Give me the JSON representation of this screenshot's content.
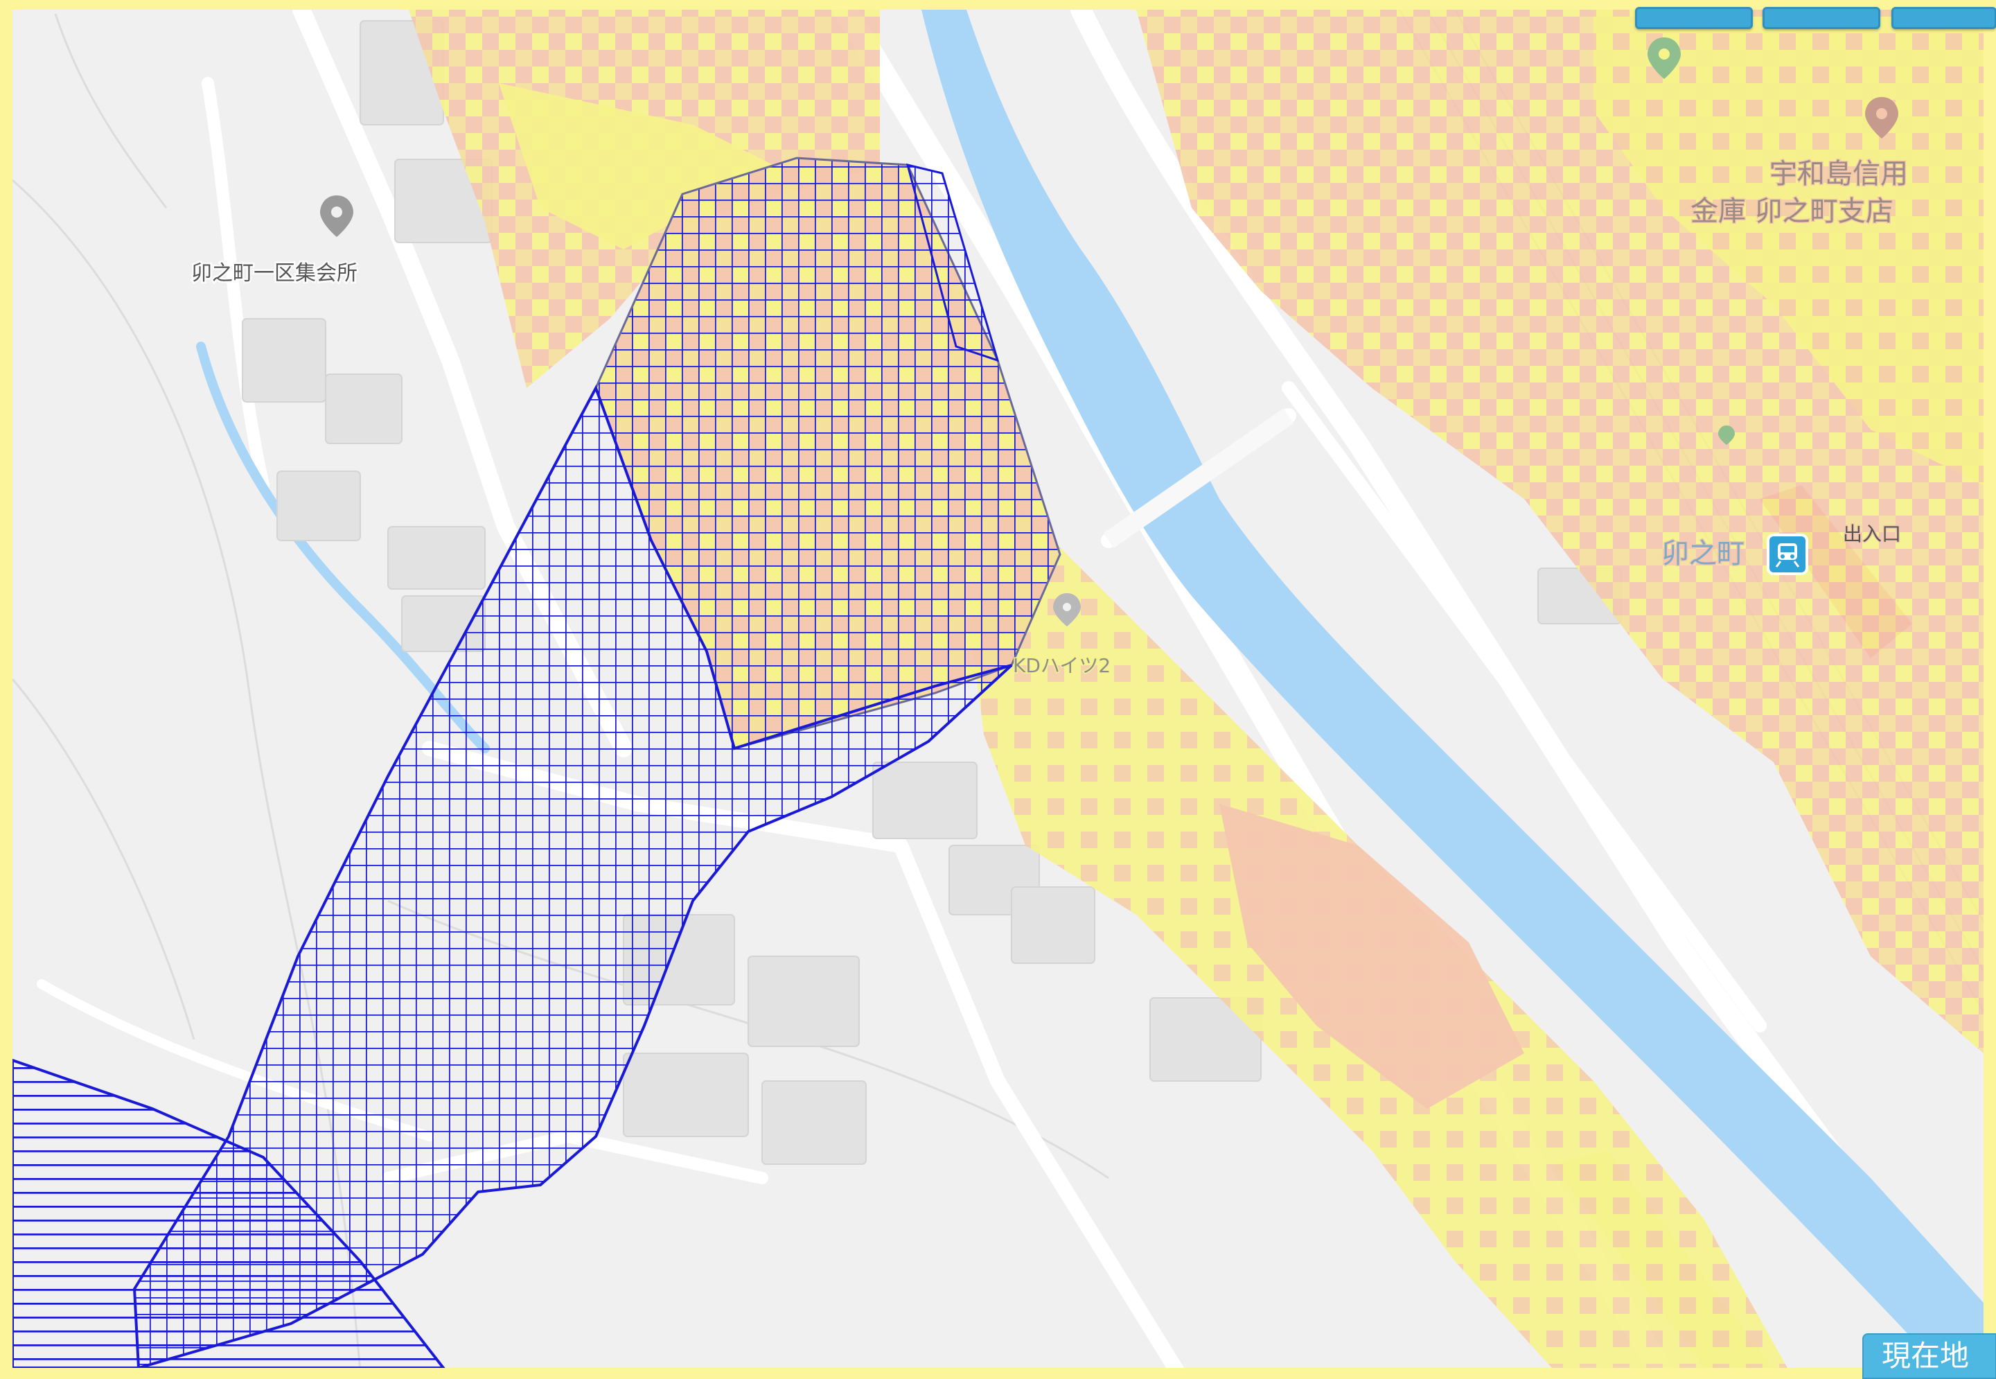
{
  "map": {
    "labels": {
      "assembly_hall": "卯之町一区集会所",
      "bank_line1": "宇和島信用",
      "bank_line2": "金庫 卯之町支店",
      "apartment": "KDハイツ2",
      "station": "卯之町",
      "entrance": "出入口"
    }
  },
  "controls": {
    "current_location_label": "現在地"
  },
  "colors": {
    "land": "#f0f0f0",
    "road": "#ffffff",
    "building": "#e2e2e2",
    "river": "#a9d5f7",
    "hazard_low": "#f6f38a",
    "hazard_mid": "#f4c6ae",
    "landslide_hatch": "#1a1ad6",
    "frame": "#fdf59a",
    "button": "#3ea9d9"
  }
}
